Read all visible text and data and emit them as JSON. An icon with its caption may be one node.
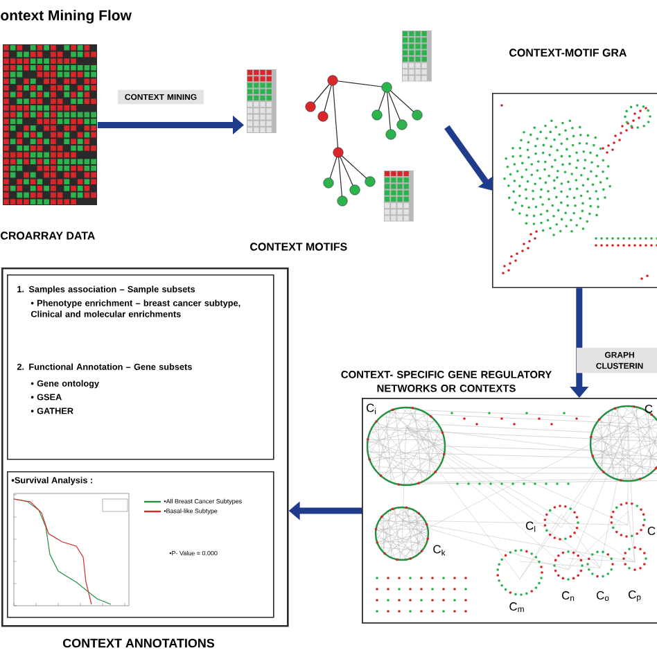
{
  "diagram": {
    "title": "ontext Mining Flow",
    "nodes": [
      {
        "text": [],
        "shape": "picture",
        "beside": [
          "CROARRAY DATA"
        ]
      },
      {
        "text": [],
        "shape": "picture",
        "beside": [
          "CONTEXT MOTIFS"
        ]
      },
      {
        "text": [
          "CONTEXT-MOTIF GRA"
        ]
      },
      {
        "text": [
          "CONTEXT- SPECIFIC GENE REGULATORY NETWORKS OR CONTEXTS"
        ]
      },
      {
        "text": [
          "CONTEXT ANNOTATIONS"
        ]
      },
      {
        "text": [
          "1. Samples association – Sample subsets",
          "• Phenotype enrichment – breast cancer subtype, Clinical and molecular enrichments",
          "2. Functional Annotation – Gene subsets",
          "• Gene ontology",
          "• GSEA",
          "• GATHER"
        ],
        "in": 4
      },
      {
        "text": [
          "•Survival Analysis :"
        ],
        "in": 4
      }
    ],
    "edges": [
      {
        "from": 0,
        "to": 1,
        "arrow": "to",
        "label": "CONTEXT MINING"
      },
      {
        "from": 1,
        "to": 2,
        "arrow": "to"
      },
      {
        "from": 2,
        "to": 3,
        "arrow": "to",
        "label": "GRAPH CLUSTERIN"
      },
      {
        "from": 3,
        "to": 4,
        "arrow": "to"
      }
    ],
    "labels": [
      "C$_{i}$",
      "C",
      "C$_{l}$",
      "C",
      "C$_{k}$",
      "C$_{m}$",
      "C$_{n}$",
      "C$_{o}$",
      "C$_{p}$",
      "•P- Value = 0.000"
    ],
    "legend": [
      {
        "text": "•All Breast Cancer Subtypes"
      },
      {
        "text": "•Basal-like Subtype"
      }
    ]
  }
}
